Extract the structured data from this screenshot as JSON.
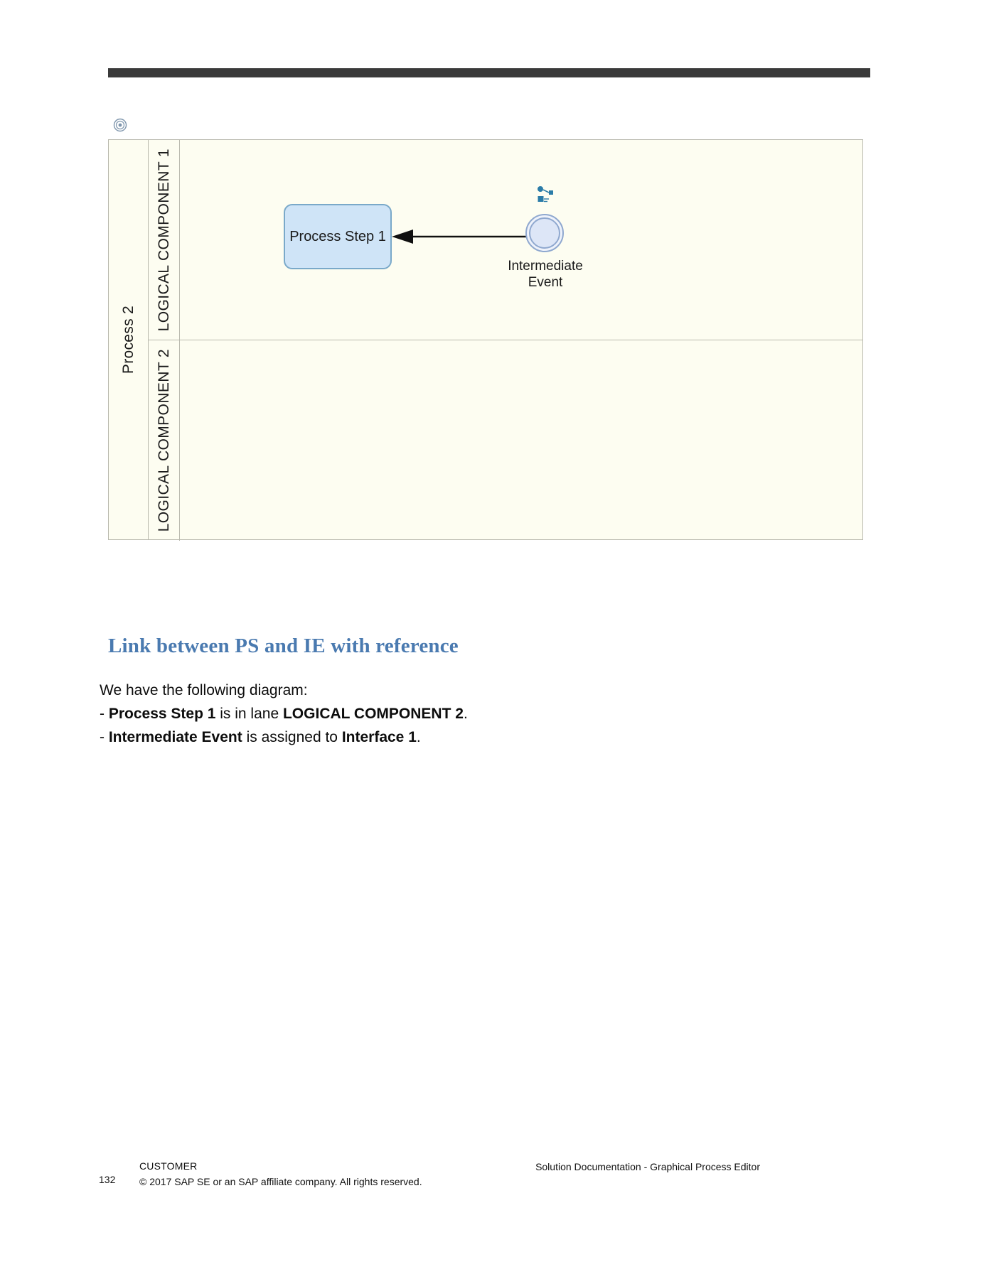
{
  "page": {
    "number": "132",
    "top_rule_color": "#3a3a3a"
  },
  "diagram": {
    "badge_icon": "target-badge-icon",
    "pool": {
      "label": "Process 2"
    },
    "lanes": [
      {
        "label": "LOGICAL COMPONENT 1"
      },
      {
        "label": "LOGICAL COMPONENT 2"
      }
    ],
    "shapes": {
      "process_step": {
        "label": "Process Step 1",
        "fill": "#cfe4f7",
        "stroke": "#7aa9c9"
      },
      "intermediate_event": {
        "label_line1": "Intermediate",
        "label_line2": "Event",
        "fill": "#dde6f7",
        "stroke": "#8fa8cf",
        "reference_icon": "interface-reference-icon"
      }
    },
    "connector": {
      "name": "sequence-flow-arrow",
      "direction": "right-to-left",
      "color": "#101010"
    },
    "canvas_fill": "#fdfdf1",
    "border_color": "#b9b9ae"
  },
  "content": {
    "heading": "Link between PS and IE with reference",
    "heading_color": "#4a7ab0",
    "paragraph_1": "We have the following diagram:",
    "bullet_1": {
      "dash": "- ",
      "bold_1": "Process Step 1",
      "mid": " is in lane ",
      "bold_2": "LOGICAL COMPONENT 2",
      "end": "."
    },
    "bullet_2": {
      "dash": "- ",
      "bold_1": "Intermediate Event",
      "mid": " is assigned to ",
      "bold_2": "Interface 1",
      "end": "."
    }
  },
  "footer": {
    "page_number": "132",
    "customer": "CUSTOMER",
    "copyright": "© 2017 SAP SE or an SAP affiliate company. All rights reserved.",
    "right": "Solution Documentation - Graphical Process Editor"
  }
}
